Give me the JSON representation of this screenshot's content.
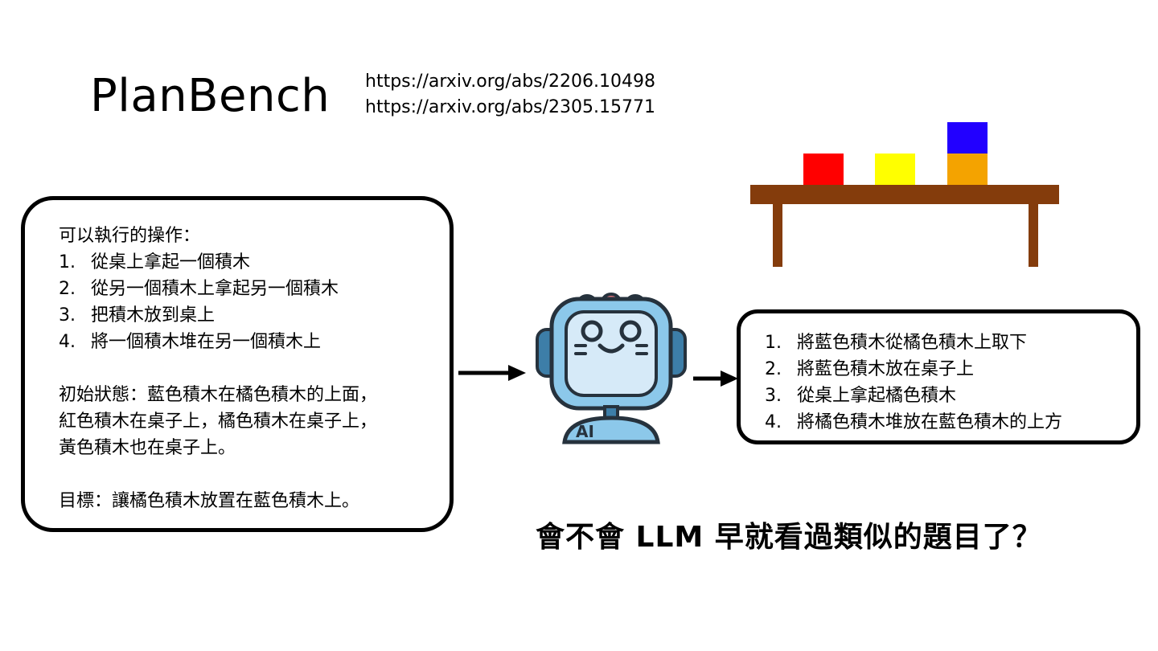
{
  "title": "PlanBench",
  "links": [
    "https://arxiv.org/abs/2206.10498",
    "https://arxiv.org/abs/2305.15771"
  ],
  "prompt": {
    "actions_heading": "可以執行的操作：",
    "actions": [
      {
        "num": "1.",
        "text": "從桌上拿起一個積木"
      },
      {
        "num": "2.",
        "text": "從另一個積木上拿起另一個積木"
      },
      {
        "num": "3.",
        "text": "把積木放到桌上"
      },
      {
        "num": "4.",
        "text": "將一個積木堆在另一個積木上"
      }
    ],
    "initial_state_lines": [
      "初始狀態：藍色積木在橘色積木的上面，",
      "紅色積木在桌子上，橘色積木在桌子上，",
      "黃色積木也在桌子上。"
    ],
    "goal": "目標：讓橘色積木放置在藍色積木上。"
  },
  "answer": [
    {
      "num": "1.",
      "text": "將藍色積木從橘色積木上取下"
    },
    {
      "num": "2.",
      "text": "將藍色積木放在桌子上"
    },
    {
      "num": "3.",
      "text": "從桌上拿起橘色積木"
    },
    {
      "num": "4.",
      "text": "將橘色積木堆放在藍色積木的上方"
    }
  ],
  "robot_badge": "AI",
  "question": "會不會 LLM 早就看過類似的題目了？",
  "colors": {
    "table": "#843c0c",
    "red_block": "#ff0000",
    "yellow_block": "#ffff00",
    "blue_block": "#2200ff",
    "orange_block": "#f4a300",
    "robot_face": "#d6eaf8",
    "robot_head": "#8cc8ea",
    "robot_dark": "#3d7ea8",
    "robot_bulbs": "#e0737a"
  }
}
